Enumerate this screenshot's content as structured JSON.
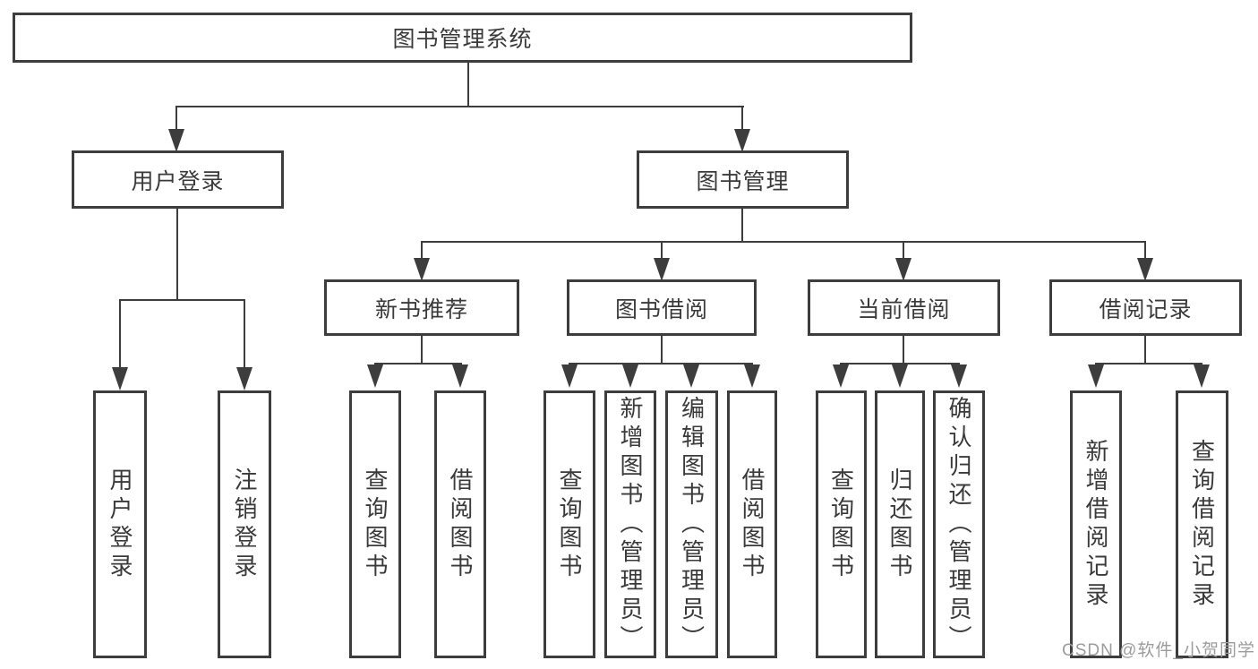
{
  "diagram": {
    "type": "hierarchy-tree",
    "title": "图书管理系统",
    "watermark": "CSDN @软件_小贺同学",
    "colors": {
      "line": "#3d3d3d",
      "text": "#3a3a3a",
      "box_fill": "#ffffff",
      "background": "#ffffff",
      "watermark": "#9c9c9c"
    },
    "nodes": {
      "root": {
        "label": "图书管理系统"
      },
      "user_login": {
        "label": "用户登录"
      },
      "book_mgmt": {
        "label": "图书管理"
      },
      "new_book_rec": {
        "label": "新书推荐"
      },
      "book_borrow": {
        "label": "图书借阅"
      },
      "current_borrow": {
        "label": "当前借阅"
      },
      "borrow_records": {
        "label": "借阅记录"
      },
      "leaf_user_login": {
        "label": "用户登录"
      },
      "leaf_logout": {
        "label": "注销登录"
      },
      "leaf_query_book_new": {
        "label": "查询图书"
      },
      "leaf_borrow_book_new": {
        "label": "借阅图书"
      },
      "leaf_query_book_borrow": {
        "label": "查询图书"
      },
      "leaf_add_book": {
        "label": "新增图书（管理员）"
      },
      "leaf_edit_book": {
        "label": "编辑图书（管理员）"
      },
      "leaf_borrow_book": {
        "label": "借阅图书"
      },
      "leaf_query_book_current": {
        "label": "查询图书"
      },
      "leaf_return_book": {
        "label": "归还图书"
      },
      "leaf_confirm_return": {
        "label": "确认归还（管理员）"
      },
      "leaf_add_record": {
        "label": "新增借阅记录"
      },
      "leaf_query_record": {
        "label": "查询借阅记录"
      }
    },
    "edges": [
      {
        "from": "图书管理系统",
        "to": "用户登录"
      },
      {
        "from": "图书管理系统",
        "to": "图书管理"
      },
      {
        "from": "用户登录",
        "to": "用户登录"
      },
      {
        "from": "用户登录",
        "to": "注销登录"
      },
      {
        "from": "图书管理",
        "to": "新书推荐"
      },
      {
        "from": "图书管理",
        "to": "图书借阅"
      },
      {
        "from": "图书管理",
        "to": "当前借阅"
      },
      {
        "from": "图书管理",
        "to": "借阅记录"
      },
      {
        "from": "新书推荐",
        "to": "查询图书"
      },
      {
        "from": "新书推荐",
        "to": "借阅图书"
      },
      {
        "from": "图书借阅",
        "to": "查询图书"
      },
      {
        "from": "图书借阅",
        "to": "新增图书（管理员）"
      },
      {
        "from": "图书借阅",
        "to": "编辑图书（管理员）"
      },
      {
        "from": "图书借阅",
        "to": "借阅图书"
      },
      {
        "from": "当前借阅",
        "to": "查询图书"
      },
      {
        "from": "当前借阅",
        "to": "归还图书"
      },
      {
        "from": "当前借阅",
        "to": "确认归还（管理员）"
      },
      {
        "from": "借阅记录",
        "to": "新增借阅记录"
      },
      {
        "from": "借阅记录",
        "to": "查询借阅记录"
      }
    ]
  }
}
